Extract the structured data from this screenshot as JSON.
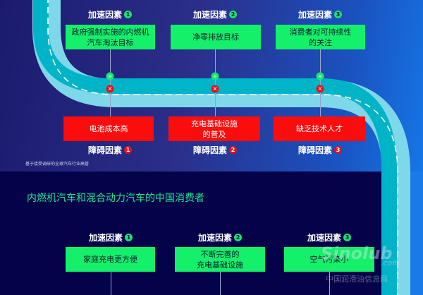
{
  "top": {
    "accelerators": [
      {
        "label": "加速因素",
        "num": "1",
        "text": "政府强制实施的内燃机\n汽车淘汰目标"
      },
      {
        "label": "加速因素",
        "num": "2",
        "text": "净零排放目标"
      },
      {
        "label": "加速因素",
        "num": "3",
        "text": "消费者对可持续性\n的关注"
      }
    ],
    "barriers": [
      {
        "label": "障碍因素",
        "num": "1",
        "text": "电池成本高"
      },
      {
        "label": "障碍因素",
        "num": "2",
        "text": "充电基础设施\n的普及"
      },
      {
        "label": "障碍因素",
        "num": "3",
        "text": "缺乏技术人才"
      }
    ],
    "footnote": "基于接受调研的全球汽车行业高管"
  },
  "bottom": {
    "title": "内燃机汽车和混合动力汽车的中国消费者",
    "accelerators": [
      {
        "label": "加速因素",
        "num": "1",
        "text": "家庭充电更方便"
      },
      {
        "label": "加速因素",
        "num": "2",
        "text": "不断完善的\n充电基础设施"
      },
      {
        "label": "加速因素",
        "num": "3",
        "text": "空气污染小"
      }
    ]
  },
  "watermark": {
    "brand": "Sinolub",
    ".com": ".com",
    "site": "中国润滑油信息网"
  },
  "colors": {
    "green": "#14f06a",
    "red": "#fb0d0d",
    "road_teal": "#00b4c8",
    "road_light": "#7fd8ea"
  }
}
